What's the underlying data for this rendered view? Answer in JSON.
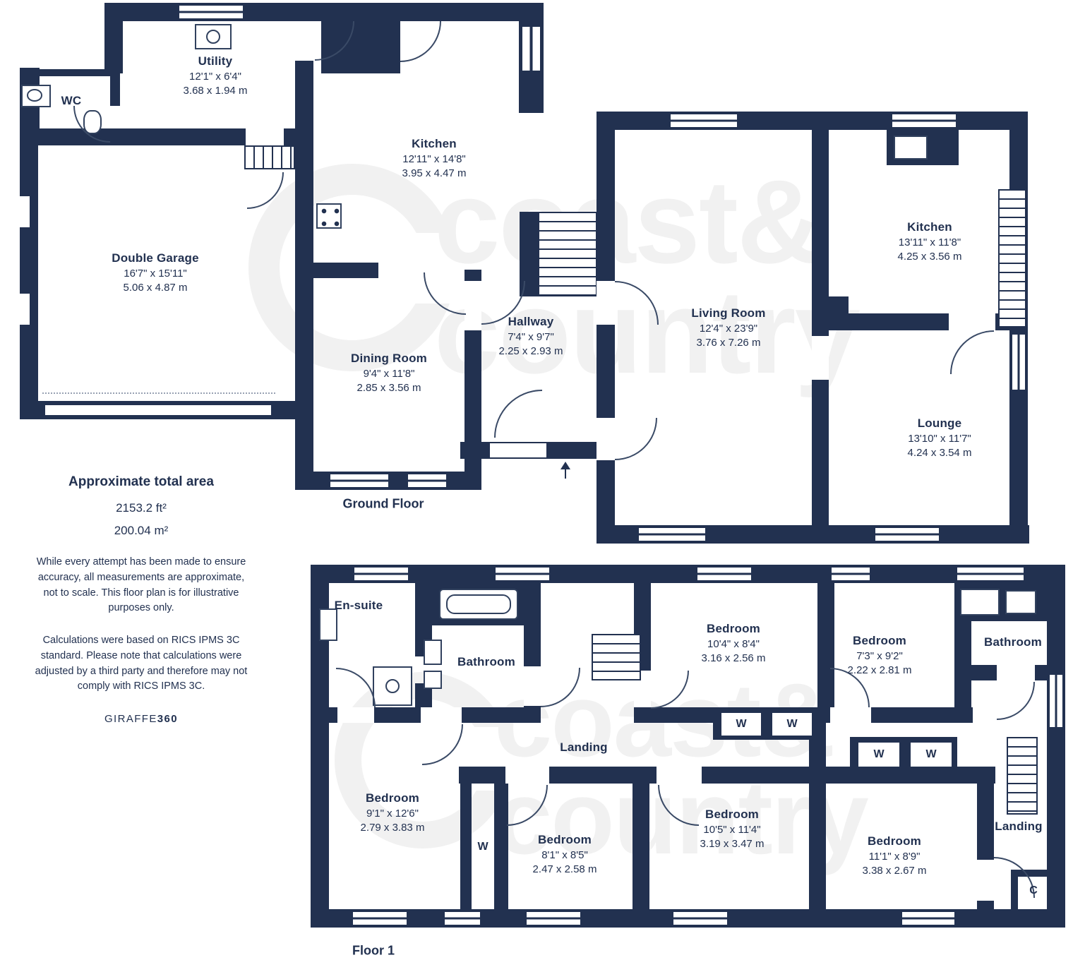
{
  "watermark": {
    "line1": "coast&",
    "line2": "country"
  },
  "ground": {
    "caption": "Ground Floor",
    "rooms": {
      "wc": {
        "name": "WC"
      },
      "utility": {
        "name": "Utility",
        "ft": "12'1\" x 6'4\"",
        "m": "3.68 x 1.94 m"
      },
      "kitchen": {
        "name": "Kitchen",
        "ft": "12'11\" x 14'8\"",
        "m": "3.95 x 4.47 m"
      },
      "garage": {
        "name": "Double Garage",
        "ft": "16'7\" x 15'11\"",
        "m": "5.06 x 4.87 m"
      },
      "dining": {
        "name": "Dining Room",
        "ft": "9'4\" x 11'8\"",
        "m": "2.85 x 3.56 m"
      },
      "hallway": {
        "name": "Hallway",
        "ft": "7'4\" x 9'7\"",
        "m": "2.25 x 2.93 m"
      },
      "living": {
        "name": "Living Room",
        "ft": "12'4\" x 23'9\"",
        "m": "3.76 x 7.26 m"
      },
      "kitchen2": {
        "name": "Kitchen",
        "ft": "13'11\" x 11'8\"",
        "m": "4.25 x 3.56 m"
      },
      "lounge": {
        "name": "Lounge",
        "ft": "13'10\" x 11'7\"",
        "m": "4.24 x 3.54 m"
      }
    }
  },
  "floor1": {
    "caption": "Floor 1",
    "wardrobe": "W",
    "cupboard": "C",
    "rooms": {
      "ensuite": {
        "name": "En-suite"
      },
      "bathroom1": {
        "name": "Bathroom"
      },
      "bedroom1": {
        "name": "Bedroom",
        "ft": "10'4\" x 8'4\"",
        "m": "3.16 x 2.56 m"
      },
      "bedroom2": {
        "name": "Bedroom",
        "ft": "7'3\" x 9'2\"",
        "m": "2.22 x 2.81 m"
      },
      "bathroom2": {
        "name": "Bathroom"
      },
      "landing1": {
        "name": "Landing"
      },
      "bedroom3": {
        "name": "Bedroom",
        "ft": "9'1\" x 12'6\"",
        "m": "2.79 x 3.83 m"
      },
      "bedroom4": {
        "name": "Bedroom",
        "ft": "8'1\" x 8'5\"",
        "m": "2.47 x 2.58 m"
      },
      "bedroom5": {
        "name": "Bedroom",
        "ft": "10'5\" x 11'4\"",
        "m": "3.19 x 3.47 m"
      },
      "bedroom6": {
        "name": "Bedroom",
        "ft": "11'1\" x 8'9\"",
        "m": "3.38 x 2.67 m"
      },
      "landing2": {
        "name": "Landing"
      }
    }
  },
  "summary": {
    "title": "Approximate total area",
    "area_ft": "2153.2 ft²",
    "area_m": "200.04 m²",
    "disclaimer1": "While every attempt has been made to ensure accuracy, all measurements are approximate, not to scale. This floor plan is for illustrative purposes only.",
    "disclaimer2": "Calculations were based on RICS IPMS 3C standard. Please note that calculations were adjusted by a third party and therefore may not comply with RICS IPMS 3C.",
    "brand": "GIRAFFE",
    "brand_suffix": "360"
  }
}
